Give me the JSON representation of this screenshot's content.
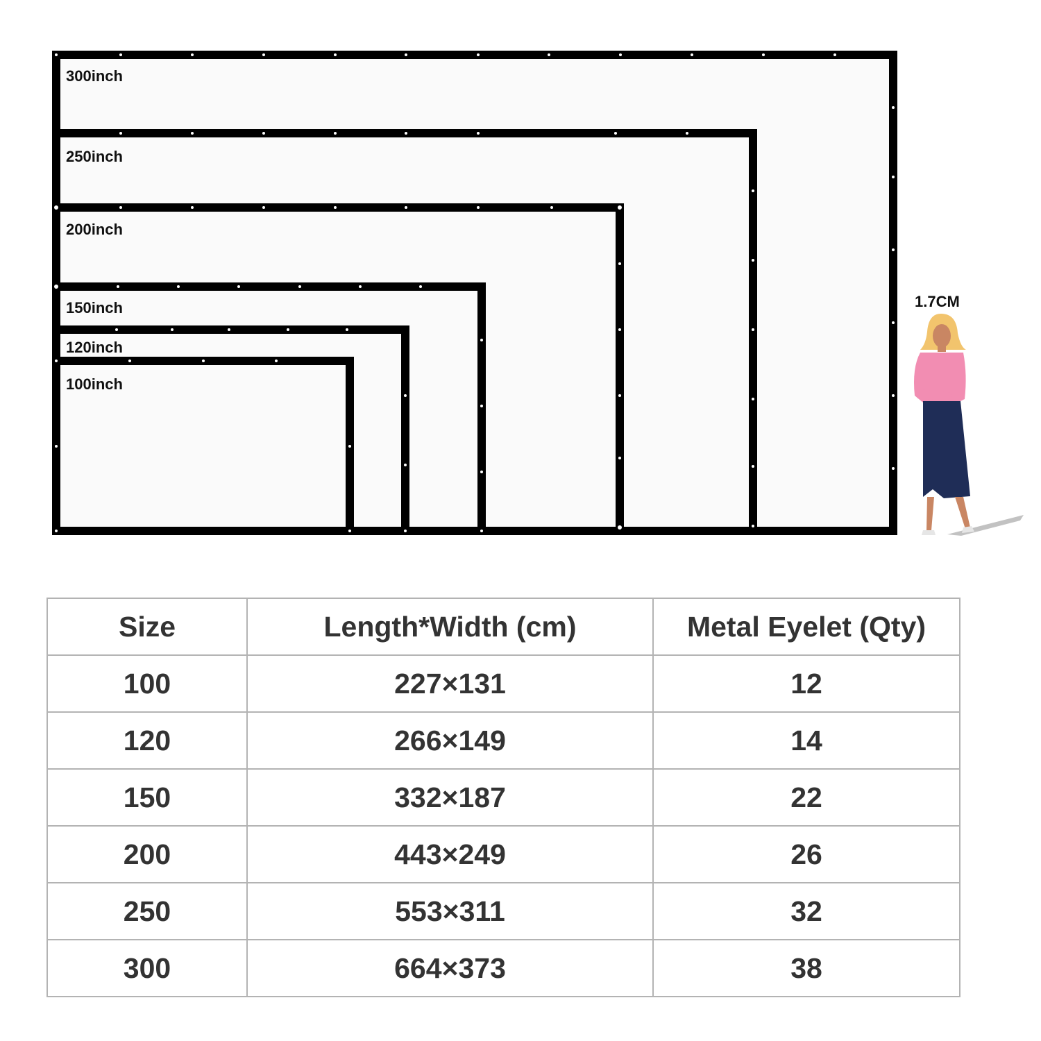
{
  "screens": [
    {
      "label": "300inch"
    },
    {
      "label": "250inch"
    },
    {
      "label": "200inch"
    },
    {
      "label": "150inch"
    },
    {
      "label": "120inch"
    },
    {
      "label": "100inch"
    }
  ],
  "person": {
    "height_label": "1.7CM"
  },
  "table": {
    "headers": [
      "Size",
      "Length*Width (cm)",
      "Metal Eyelet (Qty)"
    ],
    "rows": [
      {
        "size": "100",
        "dimensions": "227×131",
        "eyelets": "12"
      },
      {
        "size": "120",
        "dimensions": "266×149",
        "eyelets": "14"
      },
      {
        "size": "150",
        "dimensions": "332×187",
        "eyelets": "22"
      },
      {
        "size": "200",
        "dimensions": "443×249",
        "eyelets": "26"
      },
      {
        "size": "250",
        "dimensions": "553×311",
        "eyelets": "32"
      },
      {
        "size": "300",
        "dimensions": "664×373",
        "eyelets": "38"
      }
    ]
  },
  "colors": {
    "frame": "#000000",
    "screen": "#fafafa",
    "eyelet": "#ffffff",
    "table_border": "#b3b3b3",
    "table_text": "#333333",
    "shirt": "#f28db2",
    "skirt": "#1f2d57",
    "hair": "#f2c46d"
  }
}
